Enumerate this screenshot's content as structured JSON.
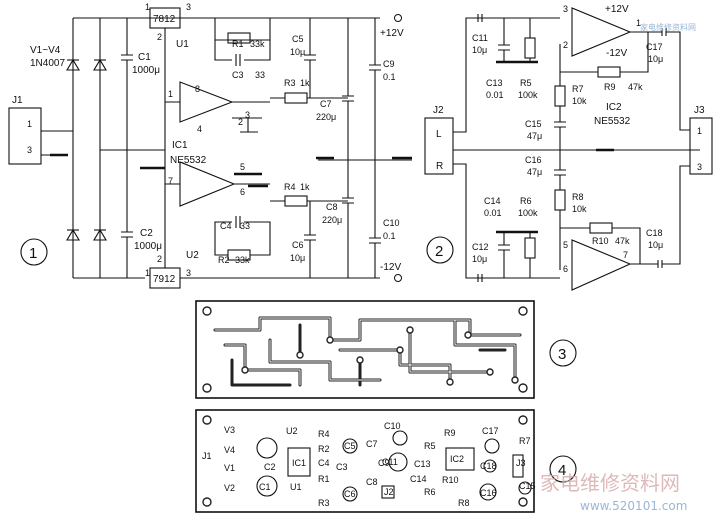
{
  "left_schematic": {
    "marker": "1",
    "connector": {
      "name": "J1",
      "pins": [
        "1",
        "3"
      ]
    },
    "rectifier": {
      "ref": "V1~V4",
      "part": "1N4007"
    },
    "regulators": [
      {
        "part": "7812",
        "ref": "U1",
        "pins": [
          "1",
          "2",
          "3"
        ]
      },
      {
        "part": "7912",
        "ref": "U2",
        "pins": [
          "1",
          "2",
          "3"
        ]
      }
    ],
    "capacitors": [
      {
        "ref": "C1",
        "value": "1000μ"
      },
      {
        "ref": "C2",
        "value": "1000μ"
      },
      {
        "ref": "C3",
        "value": "33"
      },
      {
        "ref": "C4",
        "value": "33"
      },
      {
        "ref": "C5",
        "value": "10μ"
      },
      {
        "ref": "C6",
        "value": "10μ"
      },
      {
        "ref": "C7",
        "value": "220μ"
      },
      {
        "ref": "C8",
        "value": "220μ"
      },
      {
        "ref": "C9",
        "value": "0.1"
      },
      {
        "ref": "C10",
        "value": "0.1"
      }
    ],
    "resistors": [
      {
        "ref": "R1",
        "value": "33k"
      },
      {
        "ref": "R2",
        "value": "33k"
      },
      {
        "ref": "R3",
        "value": "1k"
      },
      {
        "ref": "R4",
        "value": "1k"
      }
    ],
    "opamp": {
      "ref": "IC1",
      "part": "NE5532",
      "pins": [
        "1",
        "2",
        "3",
        "4",
        "5",
        "6",
        "7",
        "8"
      ]
    },
    "rails": {
      "positive": "+12V",
      "negative": "-12V"
    }
  },
  "right_schematic": {
    "marker": "2",
    "input": {
      "name": "J2",
      "pins": [
        "L",
        "R"
      ]
    },
    "output": {
      "name": "J3",
      "pins": [
        "1",
        "3"
      ]
    },
    "opamp": {
      "ref": "IC2",
      "part": "NE5532",
      "pins": [
        "1",
        "2",
        "3",
        "5",
        "6",
        "7"
      ]
    },
    "supply_labels": [
      "+12V",
      "-12V"
    ],
    "capacitors": [
      {
        "ref": "C11",
        "value": "10μ"
      },
      {
        "ref": "C12",
        "value": "10μ"
      },
      {
        "ref": "C13",
        "value": "0.01"
      },
      {
        "ref": "C14",
        "value": "0.01"
      },
      {
        "ref": "C15",
        "value": "47μ"
      },
      {
        "ref": "C16",
        "value": "47μ"
      },
      {
        "ref": "C17",
        "value": "10μ"
      },
      {
        "ref": "C18",
        "value": "10μ"
      }
    ],
    "resistors": [
      {
        "ref": "R5",
        "value": "100k"
      },
      {
        "ref": "R6",
        "value": "100k"
      },
      {
        "ref": "R7",
        "value": "10k"
      },
      {
        "ref": "R8",
        "value": "10k"
      },
      {
        "ref": "R9",
        "value": "47k"
      },
      {
        "ref": "R10",
        "value": "47k"
      }
    ]
  },
  "pcb_copper": {
    "marker": "3"
  },
  "pcb_components": {
    "marker": "4",
    "labels": [
      "V3",
      "V4",
      "V1",
      "V2",
      "J1",
      "U2",
      "U1",
      "C2",
      "C1",
      "R4",
      "R2",
      "R1",
      "R3",
      "C3",
      "C4",
      "C5",
      "C6",
      "C7",
      "C8",
      "C9",
      "C10",
      "C11",
      "C13",
      "C14",
      "R5",
      "R6",
      "J2",
      "R9",
      "R10",
      "IC2",
      "R8",
      "C17",
      "C18",
      "R7",
      "J3",
      "C15",
      "C16",
      "IC1"
    ]
  },
  "watermark": {
    "cn": "家电维修资料网",
    "url": "www.520101.com",
    "top": "家电维修资料网"
  }
}
